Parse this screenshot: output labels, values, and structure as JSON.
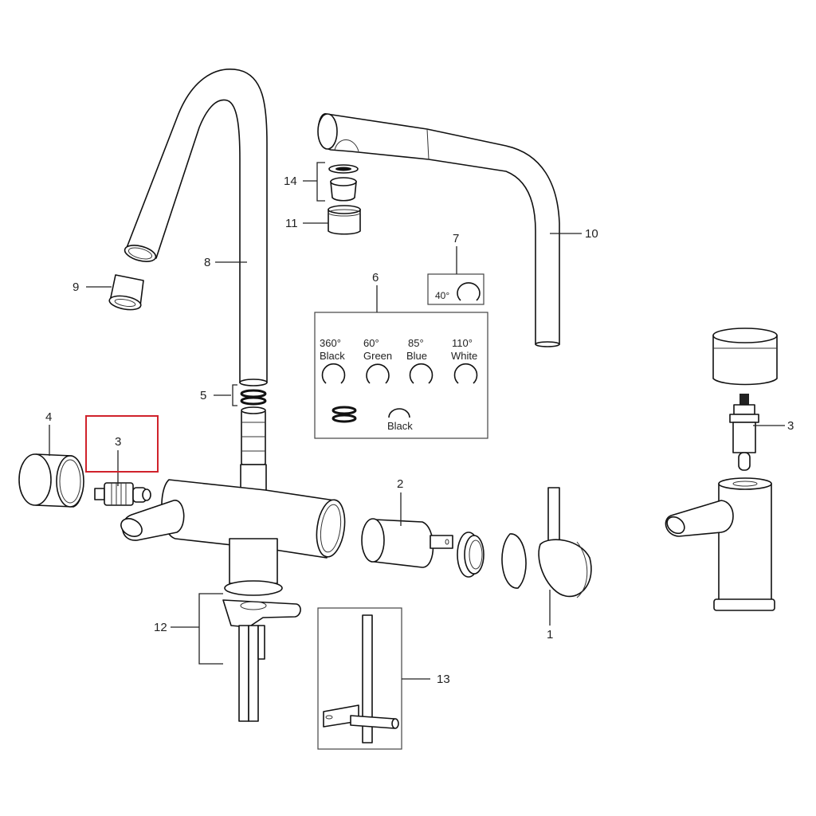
{
  "diagram": {
    "type": "exploded-parts-view",
    "subject": "kitchen mixer tap with boiling-water spout",
    "highlight": {
      "label": "3",
      "color": "#d0222b"
    },
    "callouts": [
      {
        "id": "1",
        "label": "1"
      },
      {
        "id": "2",
        "label": "2"
      },
      {
        "id": "3a",
        "label": "3"
      },
      {
        "id": "3b",
        "label": "3"
      },
      {
        "id": "4",
        "label": "4"
      },
      {
        "id": "5",
        "label": "5"
      },
      {
        "id": "6",
        "label": "6"
      },
      {
        "id": "7",
        "label": "7"
      },
      {
        "id": "8",
        "label": "8"
      },
      {
        "id": "9",
        "label": "9"
      },
      {
        "id": "10",
        "label": "10"
      },
      {
        "id": "11",
        "label": "11"
      },
      {
        "id": "12",
        "label": "12"
      },
      {
        "id": "13",
        "label": "13"
      },
      {
        "id": "14",
        "label": "14"
      }
    ],
    "box6": {
      "clips": [
        {
          "angle": "360°",
          "color": "Black"
        },
        {
          "angle": "60°",
          "color": "Green"
        },
        {
          "angle": "85°",
          "color": "Blue"
        },
        {
          "angle": "110°",
          "color": "White"
        }
      ],
      "stop_label": "Black"
    },
    "box7": {
      "angle": "40°"
    }
  }
}
